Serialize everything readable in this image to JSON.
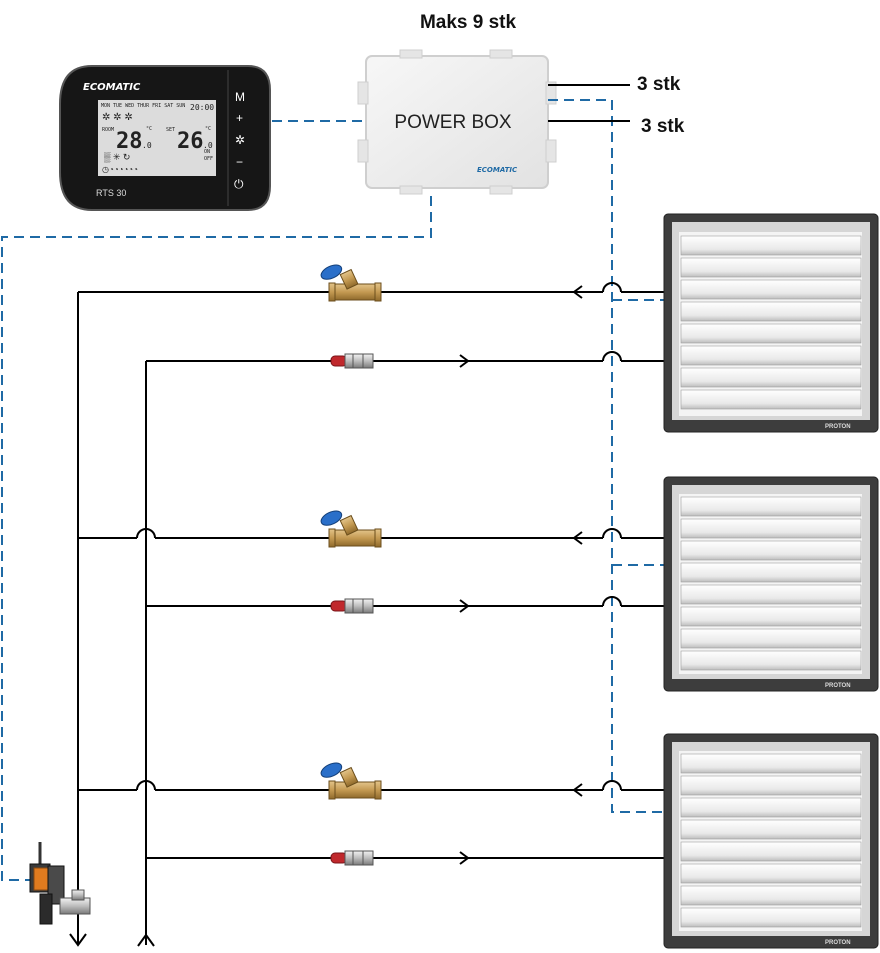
{
  "labels": {
    "max_count": "Maks 9 stk",
    "out_1": "3 stk",
    "out_2": "3 stk"
  },
  "power_box": {
    "label": "POWER BOX",
    "brand": "ECOMATIC"
  },
  "thermostat": {
    "brand": "ECOMATIC",
    "model": "RTS 30",
    "days": "MON TUE WED THUR FRI SAT SUN",
    "clock": "20:00",
    "room_label": "ROOM",
    "room_temp": "28",
    "room_dec": ".0",
    "set_label": "SET",
    "set_temp": "26",
    "set_dec": ".0",
    "unit": "°C",
    "on_label": "ON",
    "off_label": "OFF",
    "buttons": [
      "M",
      "+",
      "−"
    ]
  },
  "heaters": [
    {
      "brand": "PROTON"
    },
    {
      "brand": "PROTON"
    },
    {
      "brand": "PROTON"
    }
  ],
  "colors": {
    "signal_line": "#1f6aa5",
    "pipe": "#000000",
    "valve_handle": "#2a6fc9",
    "valve_body": "#c9a15a",
    "ball_valve_handle": "#c0282c",
    "actuator": "#e07b1f"
  }
}
